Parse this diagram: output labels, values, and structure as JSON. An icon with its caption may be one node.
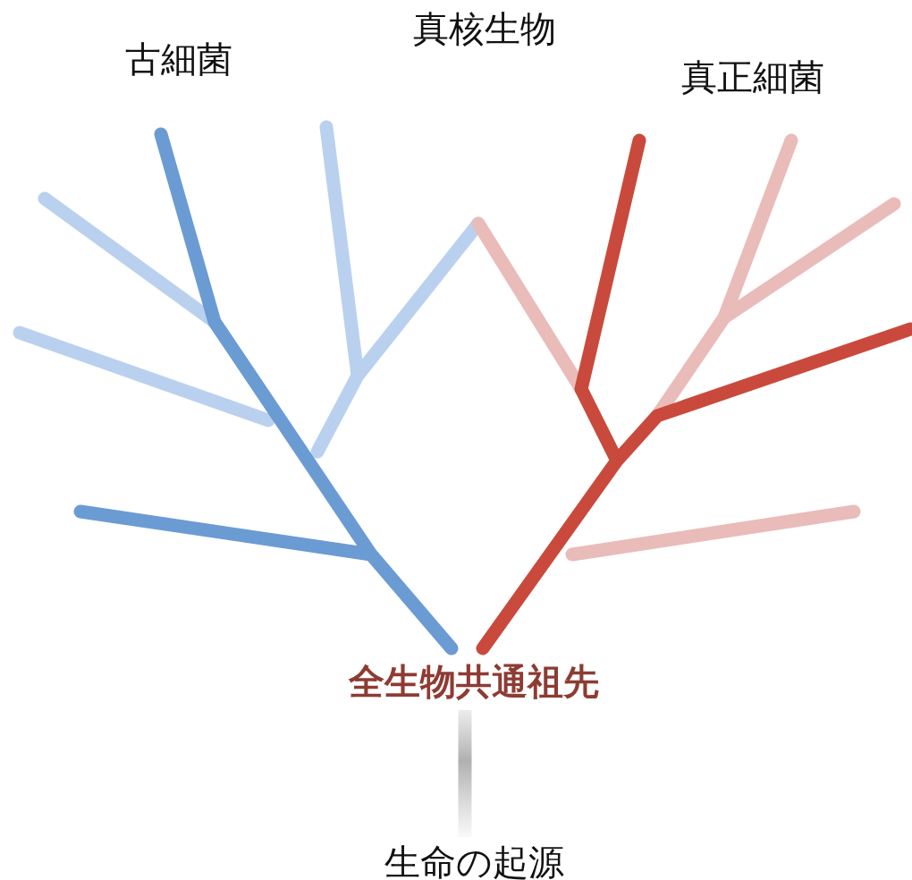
{
  "diagram": {
    "nodes": [
      {
        "text": [
          "古細菌"
        ]
      },
      {
        "text": [
          "真核生物"
        ]
      },
      {
        "text": [
          "真正細菌"
        ]
      },
      {
        "text": [
          "全生物共通祖先"
        ]
      },
      {
        "text": [
          "生命の起源"
        ]
      }
    ],
    "edges": [
      {
        "from": 4,
        "to": 3,
        "arrow": "none"
      }
    ]
  }
}
